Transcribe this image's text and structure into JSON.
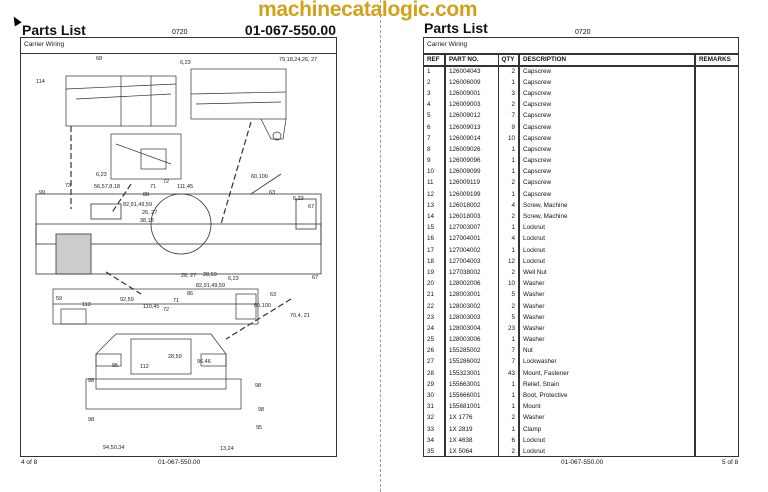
{
  "left_page": {
    "title": "Parts List",
    "code": "0720",
    "doc_number": "01-067-550.00",
    "caption": "Carrier Wiring",
    "footer_page": "4 of 8",
    "footer_doc": "01-067-550.00",
    "callouts": [
      "68",
      "114",
      "6,23",
      "79,18,24,26, 27",
      "6,23",
      "99",
      "73",
      "56,57,8,18",
      "72",
      "71",
      "111,45",
      "88",
      "82,91,49,59",
      "26, 27",
      "38,18",
      "60,100",
      "63",
      "6,23",
      "67",
      "26, 27",
      "28,59",
      "6,23",
      "67",
      "59",
      "113",
      "92,59",
      "82,91,49,59",
      "86",
      "110,45",
      "71",
      "72",
      "63",
      "60,100",
      "70,4, 21",
      "28,59",
      "95",
      "112",
      "96,46",
      "98",
      "98",
      "98",
      "98",
      "95",
      "94,50,34",
      "13,24"
    ]
  },
  "right_page": {
    "title": "Parts List",
    "code": "0720",
    "caption": "Carrier Wiring",
    "headers": [
      "REF",
      "PART NO.",
      "QTY",
      "DESCRIPTION",
      "REMARKS"
    ],
    "rows": [
      [
        "1",
        "126004043",
        "2",
        "Capscrew",
        ""
      ],
      [
        "2",
        "126006009",
        "1",
        "Capscrew",
        ""
      ],
      [
        "3",
        "126009001",
        "3",
        "Capscrew",
        ""
      ],
      [
        "4",
        "126009003",
        "2",
        "Capscrew",
        ""
      ],
      [
        "5",
        "126009012",
        "7",
        "Capscrew",
        ""
      ],
      [
        "6",
        "126009013",
        "9",
        "Capscrew",
        ""
      ],
      [
        "7",
        "126009014",
        "10",
        "Capscrew",
        ""
      ],
      [
        "8",
        "126009026",
        "1",
        "Capscrew",
        ""
      ],
      [
        "9",
        "126009096",
        "1",
        "Capscrew",
        ""
      ],
      [
        "10",
        "126009099",
        "1",
        "Capscrew",
        ""
      ],
      [
        "11",
        "126009119",
        "2",
        "Capscrew",
        ""
      ],
      [
        "12",
        "126009199",
        "1",
        "Capscrew",
        ""
      ],
      [
        "13",
        "126018002",
        "4",
        "Screw, Machine",
        ""
      ],
      [
        "14",
        "126018003",
        "2",
        "Screw, Machine",
        ""
      ],
      [
        "15",
        "127003007",
        "1",
        "Locknut",
        ""
      ],
      [
        "16",
        "127004001",
        "4",
        "Locknut",
        ""
      ],
      [
        "17",
        "127004002",
        "1",
        "Locknut",
        ""
      ],
      [
        "18",
        "127004003",
        "12",
        "Locknut",
        ""
      ],
      [
        "19",
        "127038002",
        "2",
        "Well Nut",
        ""
      ],
      [
        "20",
        "128002006",
        "10",
        "Washer",
        ""
      ],
      [
        "21",
        "128003001",
        "5",
        "Washer",
        ""
      ],
      [
        "22",
        "128003002",
        "2",
        "Washer",
        ""
      ],
      [
        "23",
        "128003003",
        "5",
        "Washer",
        ""
      ],
      [
        "24",
        "128003004",
        "23",
        "Washer",
        ""
      ],
      [
        "25",
        "128003006",
        "1",
        "Washer",
        ""
      ],
      [
        "26",
        "155285002",
        "7",
        "Nut",
        ""
      ],
      [
        "27",
        "155286002",
        "7",
        "Lockwasher",
        ""
      ],
      [
        "28",
        "155323001",
        "43",
        "Mount, Fastener",
        ""
      ],
      [
        "29",
        "155663001",
        "1",
        "Relief, Strain",
        ""
      ],
      [
        "30",
        "155666001",
        "1",
        "Boot, Protective",
        ""
      ],
      [
        "31",
        "155681001",
        "1",
        "Mount",
        ""
      ],
      [
        "32",
        "1X 1776",
        "2",
        "Washer",
        ""
      ],
      [
        "33",
        "1X 2819",
        "1",
        "Clamp",
        ""
      ],
      [
        "34",
        "1X 4638",
        "6",
        "Locknut",
        ""
      ],
      [
        "35",
        "1X 5064",
        "2",
        "Locknut",
        ""
      ]
    ],
    "footer_doc": "01-067-550.00",
    "footer_page": "5 of 8"
  },
  "watermark": "machinecatalogic.com",
  "colors": {
    "watermark": "#d4a017"
  }
}
